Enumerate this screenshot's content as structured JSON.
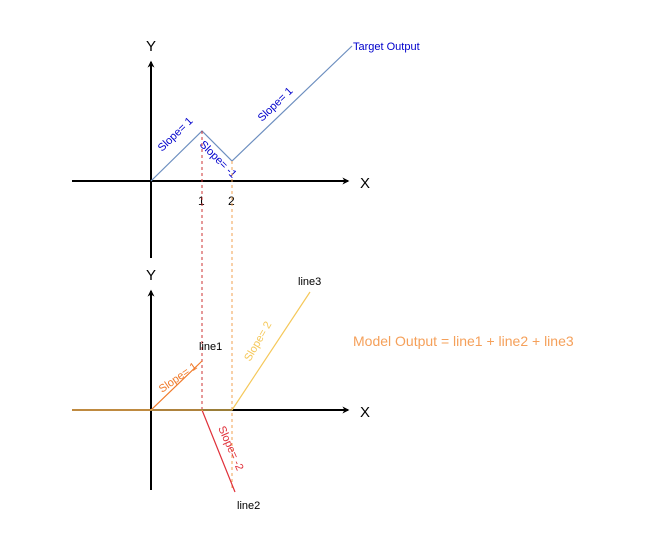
{
  "colors": {
    "axis": "#000000",
    "target_line": "#6c8ebf",
    "target_text": "#0000cc",
    "line1": "#f07a2a",
    "line2": "#e0303a",
    "line3": "#f5c85a",
    "formula": "#f5a05a",
    "guide1": "#cc3333",
    "guide2": "#f0a050"
  },
  "top_graph": {
    "y_axis_label": "Y",
    "x_axis_label": "X",
    "tick_1": "1",
    "tick_2": "2",
    "target_label": "Target Output",
    "slope_a": "Slope= 1",
    "slope_b": "Slope= -1",
    "slope_c": "Slope= 1"
  },
  "bottom_graph": {
    "y_axis_label": "Y",
    "x_axis_label": "X",
    "line1_label": "line1",
    "line2_label": "line2",
    "line3_label": "line3",
    "line1_slope": "Slope= 1",
    "line2_slope": "Slope= -2",
    "line3_slope": "Slope= 2"
  },
  "formula": "Model Output = line1 + line2 + line3"
}
